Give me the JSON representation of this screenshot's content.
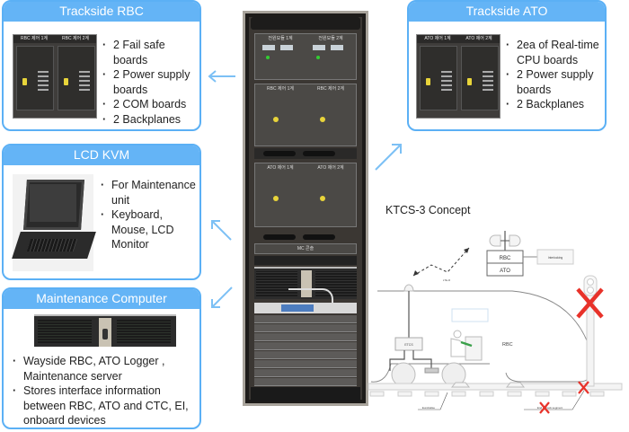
{
  "cards": {
    "rbc": {
      "title": "Trackside RBC",
      "image_labels": [
        "RBC 제어 1계",
        "RBC 제어 2계"
      ],
      "bullets": [
        "2 Fail safe boards",
        "2 Power supply boards",
        "2 COM boards",
        "2 Backplanes"
      ]
    },
    "kvm": {
      "title": "LCD KVM",
      "bullets": [
        "For Maintenance unit",
        "Keyboard, Mouse, LCD Monitor"
      ]
    },
    "mc": {
      "title": "Maintenance Computer",
      "bullets": [
        "Wayside RBC, ATO Logger , Maintenance server",
        "Stores interface information between RBC, ATO and CTC, EI, onboard devices"
      ]
    },
    "ato": {
      "title": "Trackside ATO",
      "image_labels": [
        "ATO 제어 1계",
        "ATO 제어 2계"
      ],
      "bullets": [
        "2ea of Real-time CPU boards",
        "2 Power supply boards",
        "2 Backplanes"
      ]
    }
  },
  "rack": {
    "labels": [
      "전원모듈 1계",
      "전원모듈 2계",
      "RBC 제어 1계",
      "RBC 제어 2계",
      "ATO 제어 1계",
      "ATO 제어 2계",
      "MC 콘솔"
    ]
  },
  "concept": {
    "title": "KTCS-3 Concept",
    "rbc_box": "RBC",
    "ato_box": "ATO",
    "interlocking": "Interlocking",
    "radio": "LTE-R",
    "etcs": "ETCS",
    "rbc_label": "RBC",
    "eurobalise": "Eurobalise",
    "end_segment": "End of track segment"
  },
  "colors": {
    "accent": "#64b4f6",
    "border": "#5bb0f5",
    "cross": "#e8322a",
    "arrow": "#7cc0f5"
  }
}
